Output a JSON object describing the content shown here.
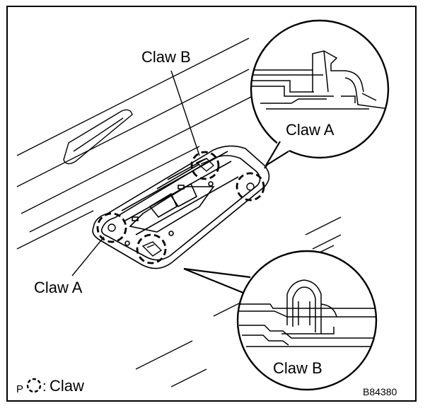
{
  "labels": {
    "claw_b_top": "Claw B",
    "claw_a_left": "Claw A",
    "callout_upper": "Claw A",
    "callout_lower": "Claw B"
  },
  "legend": {
    "prefix": "P",
    "text": "Claw"
  },
  "figure_code": "B84380",
  "colors": {
    "line": "#000000",
    "background": "#ffffff"
  }
}
